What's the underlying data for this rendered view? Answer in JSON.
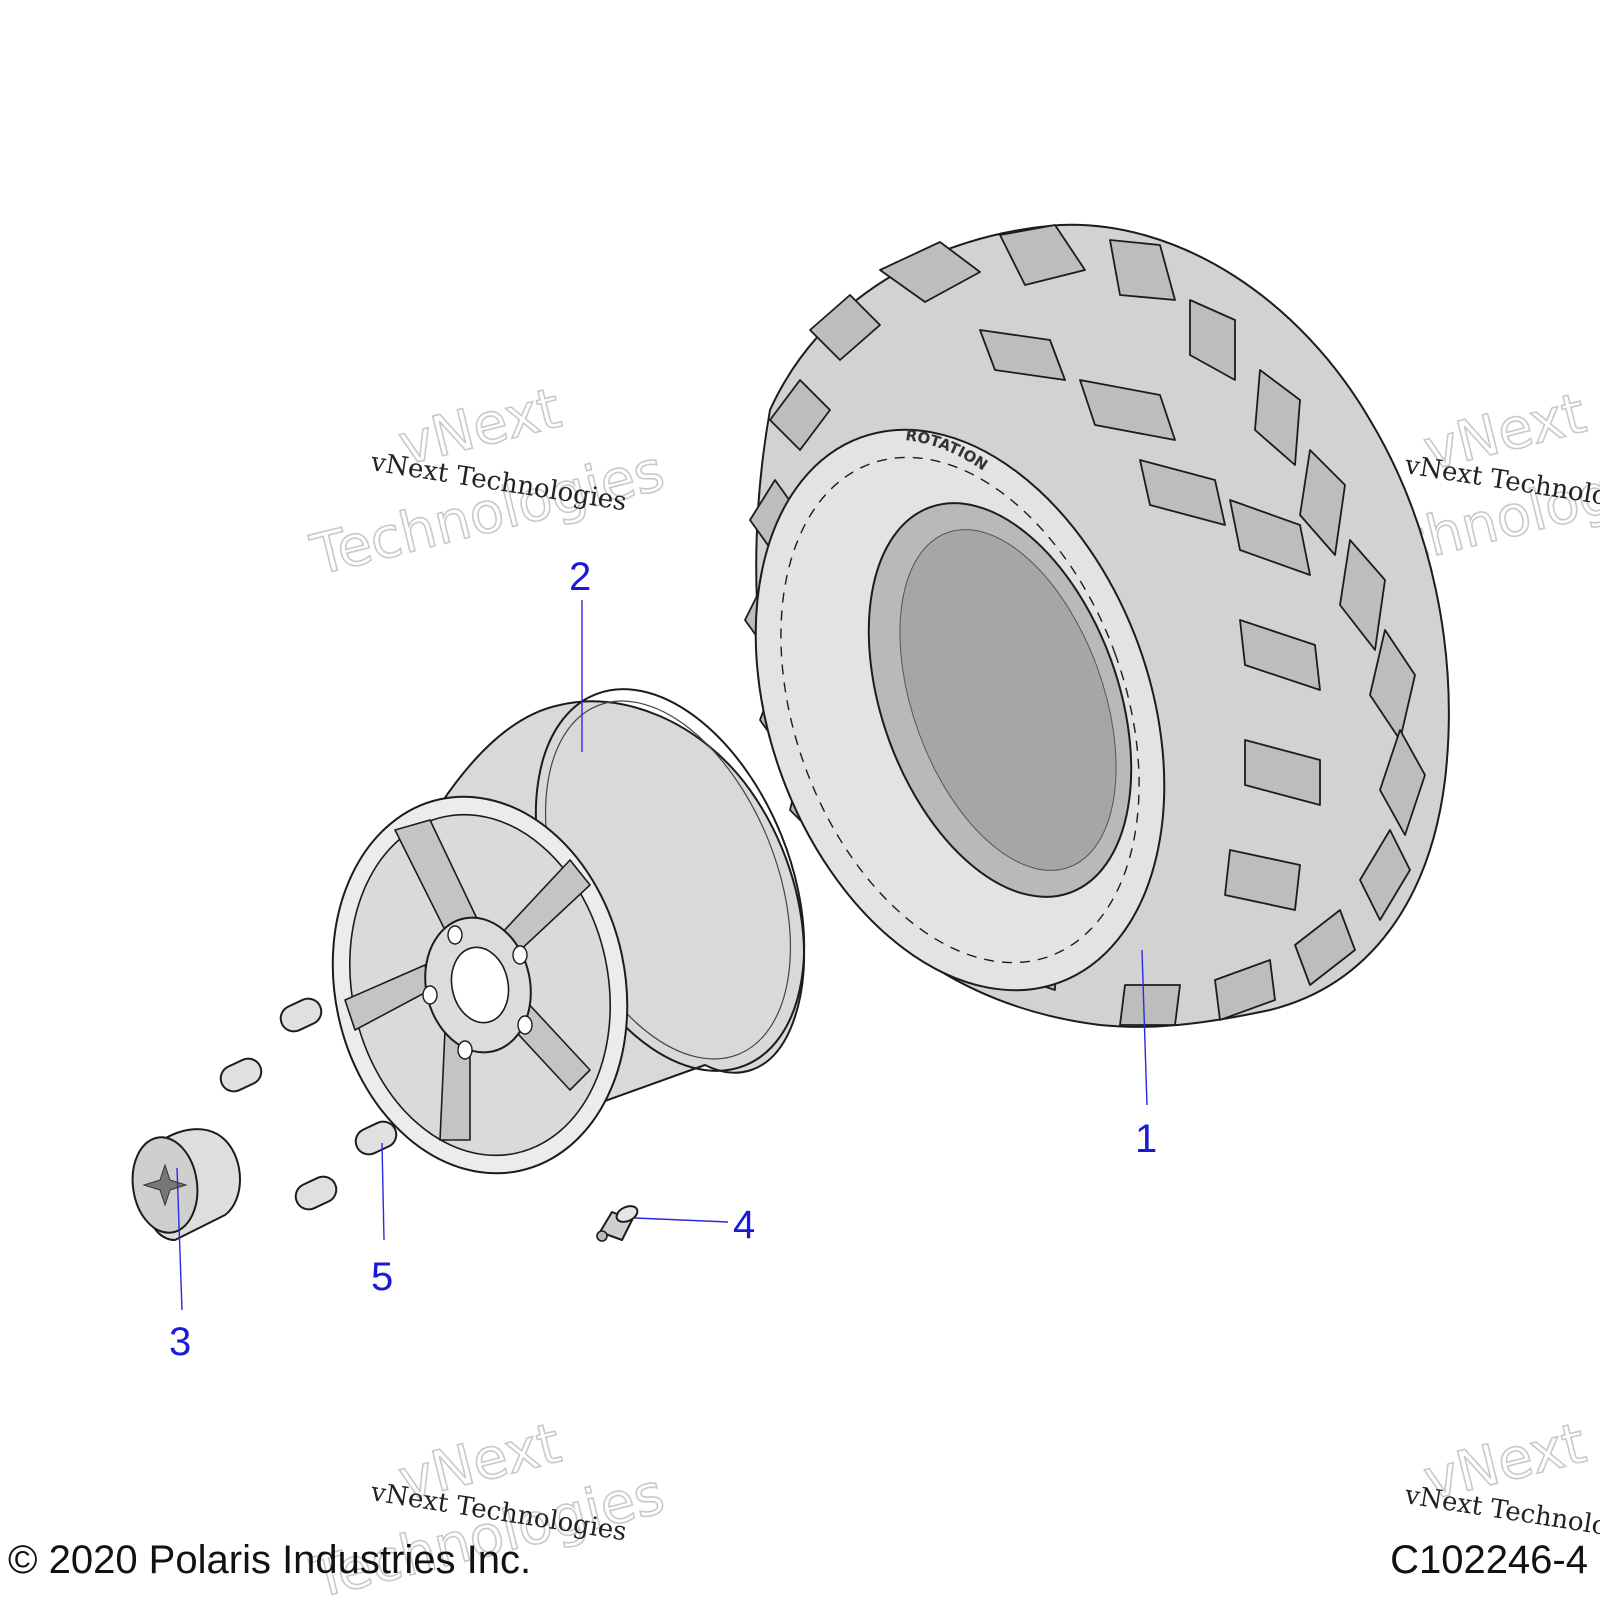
{
  "diagram": {
    "watermark": {
      "primary_text": "vNext Technologies",
      "secondary_line1": "vNext",
      "secondary_line2": "Technologies"
    },
    "tire_sidewall_text": "ROTATION",
    "callouts": [
      {
        "id": "1",
        "label": "1"
      },
      {
        "id": "2",
        "label": "2"
      },
      {
        "id": "3",
        "label": "3"
      },
      {
        "id": "4",
        "label": "4"
      },
      {
        "id": "5",
        "label": "5"
      }
    ],
    "footer": {
      "copyright": "© 2020 Polaris Industries  Inc.",
      "figure_id": "C102246-4"
    }
  },
  "colors": {
    "callout": "#1a1ad6",
    "leader": "#2a2ae0",
    "part_fill_light": "#e6e6e6",
    "part_fill_mid": "#cfcfcf",
    "part_fill_dark": "#a9a9a9"
  }
}
